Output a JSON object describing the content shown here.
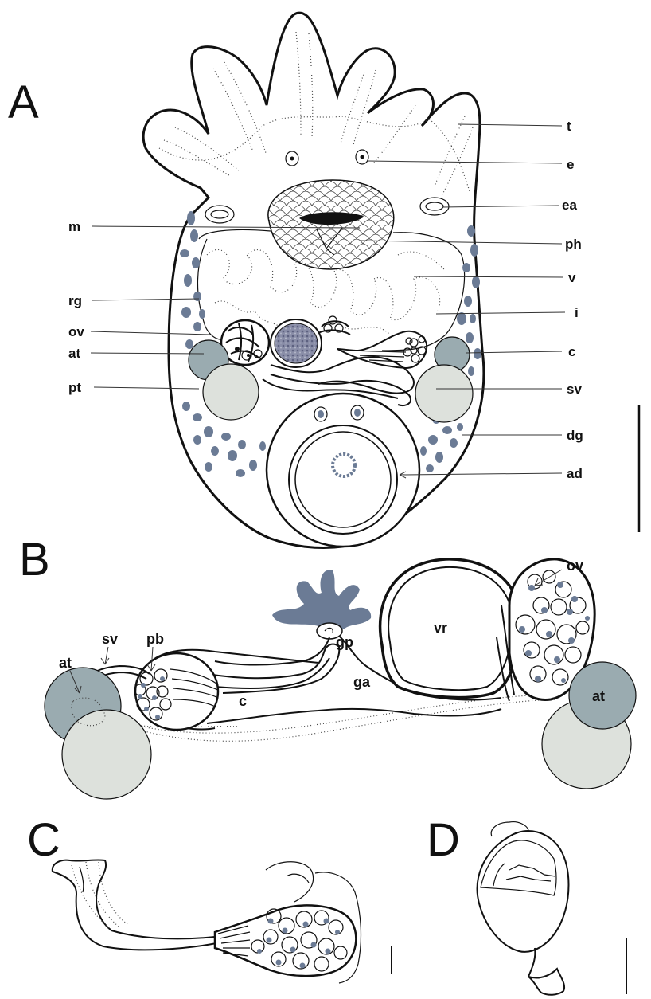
{
  "panels": {
    "a": "A",
    "b": "B",
    "c": "C",
    "d": "D"
  },
  "labels_a": {
    "t": "t",
    "e": "e",
    "ea": "ea",
    "m": "m",
    "ph": "ph",
    "v": "v",
    "rg": "rg",
    "i": "i",
    "ov": "ov",
    "at": "at",
    "c": "c",
    "pt": "pt",
    "sv": "sv",
    "dg": "dg",
    "ad": "ad"
  },
  "labels_b": {
    "ov": "ov",
    "vr": "vr",
    "gp": "gp",
    "ga": "ga",
    "c": "c",
    "pb": "pb",
    "sv": "sv",
    "at_left": "at",
    "at_right": "at"
  },
  "colors": {
    "gland": "#6b7b95",
    "atrium": "#9aabb0",
    "posterior": "#dde1dc",
    "ink": "#111111"
  }
}
